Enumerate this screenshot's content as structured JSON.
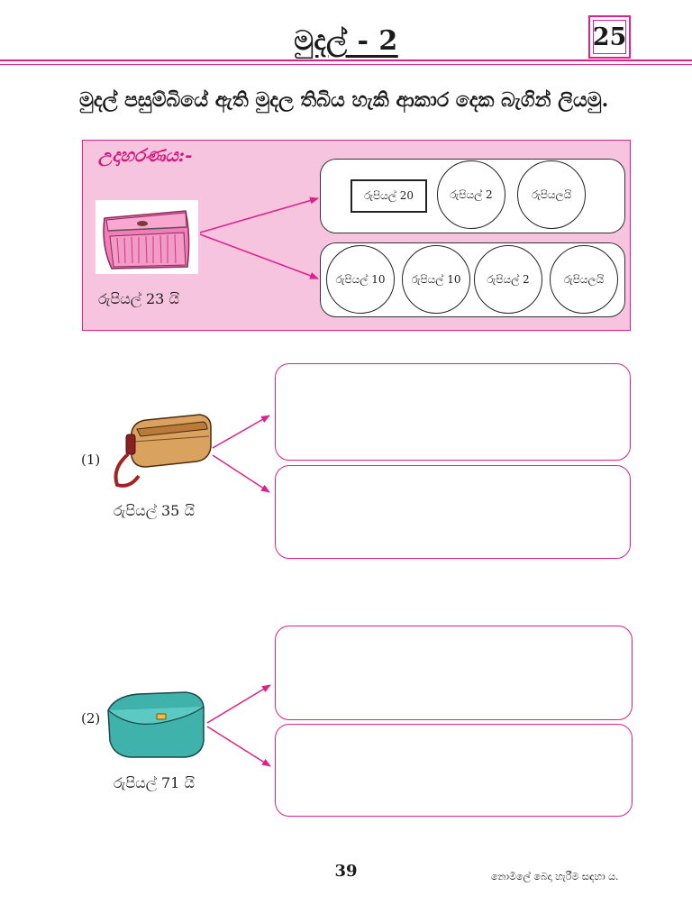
{
  "header": {
    "title": "මුදල් - 2",
    "lesson_number": "25"
  },
  "instruction": "මුදල් පසුම්බියේ ඇති මුදල තිබිය හැකි ආකාර දෙක බැගින් ලියමු.",
  "example": {
    "label": "උදාහරණය:-",
    "amount": "රුපියල් 23 යි",
    "purse_icon": "pink-purse-icon",
    "way1": {
      "note": "රුපියල් 20",
      "coins": [
        "රුපියල් 2",
        "රුපියලයි"
      ]
    },
    "way2": {
      "coins": [
        "රුපියල් 10",
        "රුපියල් 10",
        "රුපියල් 2",
        "රුපියලයි"
      ]
    }
  },
  "exercises": [
    {
      "number": "(1)",
      "amount": "රුපියල් 35 යි",
      "purse_icon": "brown-purse-icon"
    },
    {
      "number": "(2)",
      "amount": "රුපියල් 71 යි",
      "purse_icon": "teal-purse-icon"
    }
  ],
  "footer": {
    "page_number": "39",
    "note": "නොමිලේ බෙදා හැරීම සඳහා ය."
  },
  "colors": {
    "accent": "#e0208a",
    "panel": "#f6c4df"
  }
}
